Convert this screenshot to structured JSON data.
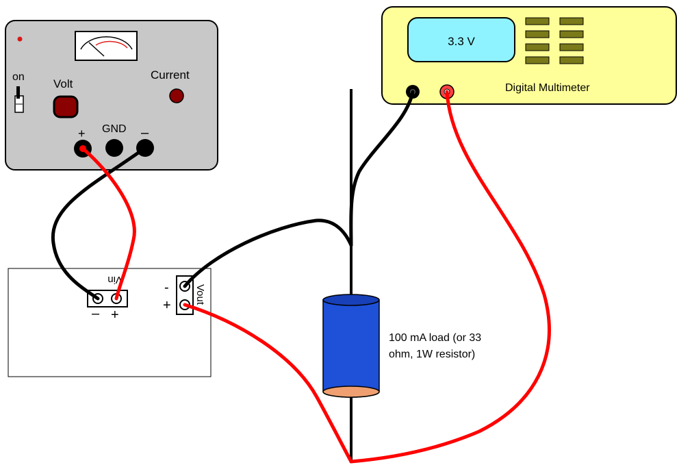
{
  "power_supply": {
    "on_label": "on",
    "volt_label": "Volt",
    "current_label": "Current",
    "plus_label": "+",
    "gnd_label": "GND",
    "minus_label": "–",
    "panel_color": "#c8c8c8",
    "knob_color": "#8b0000"
  },
  "multimeter": {
    "display_value": "3.3 V",
    "title": "Digital Multimeter",
    "body_color": "#ffff99",
    "display_color": "#8ef2ff",
    "button_color": "#7a7a1a"
  },
  "regulator": {
    "vin_label": "Vin",
    "vin_minus": "–",
    "vin_plus": "+",
    "vout_label": "Vout",
    "vout_minus": "-",
    "vout_plus": "+"
  },
  "load": {
    "label_line1": "100 mA load (or 33",
    "label_line2": "ohm, 1W resistor)",
    "body_color": "#1e50d8",
    "cap_color": "#f0a070"
  },
  "wires": {
    "positive_color": "#ff0000",
    "negative_color": "#000000"
  }
}
